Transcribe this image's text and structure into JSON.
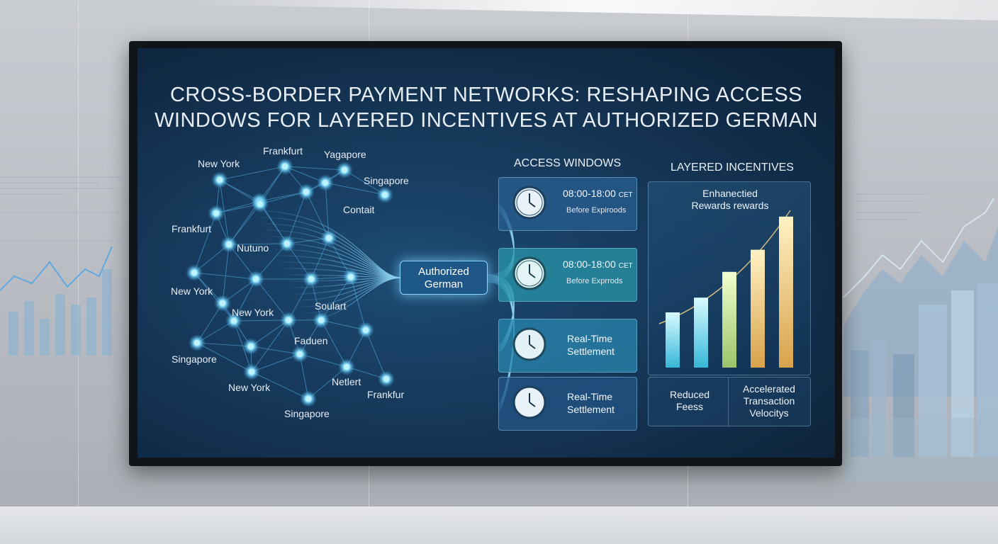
{
  "title": {
    "line1": "Cross-Border Payment Networks: Reshaping Access",
    "line2": "Windows for Layered Incentives at Authorized German"
  },
  "network": {
    "cities": [
      "New York",
      "Frankfurt",
      "Yagapore",
      "Singapore",
      "Contait",
      "Frankfurt",
      "Nutuno",
      "New York",
      "New York",
      "Soulart",
      "Faduen",
      "Singapore",
      "New York",
      "Netlert",
      "Frankfur",
      "Singapore"
    ],
    "hub_label": "Authorized German"
  },
  "access_windows": {
    "title": "Access Windows",
    "cards": [
      {
        "time": "08:00-18:00",
        "zone": "CET",
        "note": "Before Expiroods"
      },
      {
        "time": "08:00-18:00",
        "zone": "CET",
        "note": "Before Exprrods"
      },
      {
        "label": "Real-Time Settlement"
      },
      {
        "label": "Real-Time Settlement"
      }
    ]
  },
  "layered_incentives": {
    "title": "Layered Incentives",
    "headline": "Enhanectied Rewards rewards",
    "bars": [
      0.3,
      0.38,
      0.52,
      0.64,
      0.82
    ],
    "items": [
      "Reduced Feess",
      "Accelerated Transaction Velocitys"
    ]
  },
  "colors": {
    "accent": "#6fd3ff",
    "screen_bg": "#173a5c",
    "bar_warm": "#f2c66b",
    "bar_cool": "#5fd6ea"
  }
}
